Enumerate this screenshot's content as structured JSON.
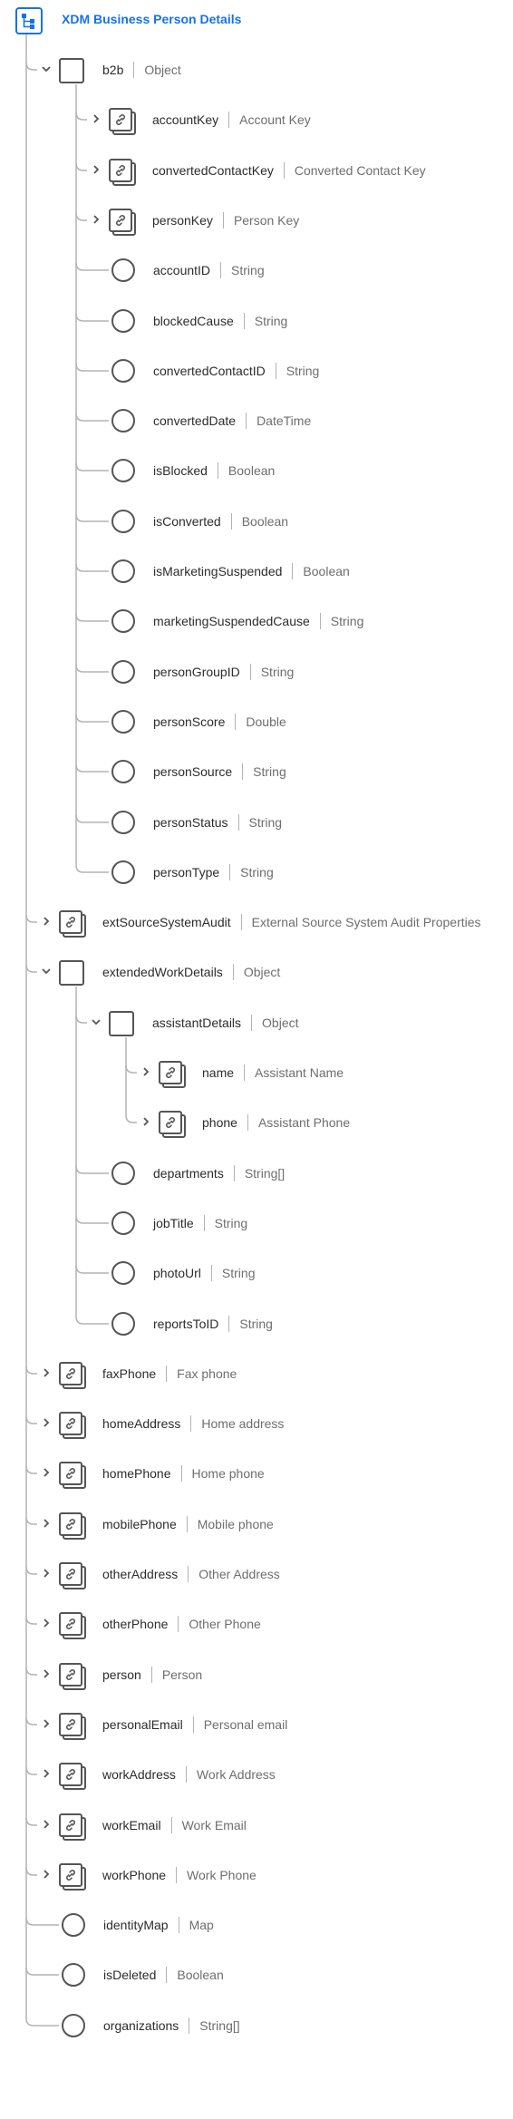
{
  "title": "XDM Business Person Details",
  "nodes": [
    {
      "name": "b2b",
      "type": "Object",
      "depth": 0,
      "kind": "object",
      "expand": "open"
    },
    {
      "name": "accountKey",
      "type": "Account Key",
      "depth": 1,
      "kind": "ref",
      "expand": "closed"
    },
    {
      "name": "convertedContactKey",
      "type": "Converted Contact Key",
      "depth": 1,
      "kind": "ref",
      "expand": "closed"
    },
    {
      "name": "personKey",
      "type": "Person Key",
      "depth": 1,
      "kind": "ref",
      "expand": "closed"
    },
    {
      "name": "accountID",
      "type": "String",
      "depth": 1,
      "kind": "prim"
    },
    {
      "name": "blockedCause",
      "type": "String",
      "depth": 1,
      "kind": "prim"
    },
    {
      "name": "convertedContactID",
      "type": "String",
      "depth": 1,
      "kind": "prim"
    },
    {
      "name": "convertedDate",
      "type": "DateTime",
      "depth": 1,
      "kind": "prim"
    },
    {
      "name": "isBlocked",
      "type": "Boolean",
      "depth": 1,
      "kind": "prim"
    },
    {
      "name": "isConverted",
      "type": "Boolean",
      "depth": 1,
      "kind": "prim"
    },
    {
      "name": "isMarketingSuspended",
      "type": "Boolean",
      "depth": 1,
      "kind": "prim"
    },
    {
      "name": "marketingSuspendedCause",
      "type": "String",
      "depth": 1,
      "kind": "prim"
    },
    {
      "name": "personGroupID",
      "type": "String",
      "depth": 1,
      "kind": "prim"
    },
    {
      "name": "personScore",
      "type": "Double",
      "depth": 1,
      "kind": "prim"
    },
    {
      "name": "personSource",
      "type": "String",
      "depth": 1,
      "kind": "prim"
    },
    {
      "name": "personStatus",
      "type": "String",
      "depth": 1,
      "kind": "prim"
    },
    {
      "name": "personType",
      "type": "String",
      "depth": 1,
      "kind": "prim"
    },
    {
      "name": "extSourceSystemAudit",
      "type": "External Source System Audit Properties",
      "depth": 0,
      "kind": "ref",
      "expand": "closed"
    },
    {
      "name": "extendedWorkDetails",
      "type": "Object",
      "depth": 0,
      "kind": "object",
      "expand": "open"
    },
    {
      "name": "assistantDetails",
      "type": "Object",
      "depth": 1,
      "kind": "object",
      "expand": "open"
    },
    {
      "name": "name",
      "type": "Assistant Name",
      "depth": 2,
      "kind": "ref",
      "expand": "closed"
    },
    {
      "name": "phone",
      "type": "Assistant Phone",
      "depth": 2,
      "kind": "ref",
      "expand": "closed"
    },
    {
      "name": "departments",
      "type": "String[]",
      "depth": 1,
      "kind": "prim"
    },
    {
      "name": "jobTitle",
      "type": "String",
      "depth": 1,
      "kind": "prim"
    },
    {
      "name": "photoUrl",
      "type": "String",
      "depth": 1,
      "kind": "prim"
    },
    {
      "name": "reportsToID",
      "type": "String",
      "depth": 1,
      "kind": "prim"
    },
    {
      "name": "faxPhone",
      "type": "Fax phone",
      "depth": 0,
      "kind": "ref",
      "expand": "closed"
    },
    {
      "name": "homeAddress",
      "type": "Home address",
      "depth": 0,
      "kind": "ref",
      "expand": "closed"
    },
    {
      "name": "homePhone",
      "type": "Home phone",
      "depth": 0,
      "kind": "ref",
      "expand": "closed"
    },
    {
      "name": "mobilePhone",
      "type": "Mobile phone",
      "depth": 0,
      "kind": "ref",
      "expand": "closed"
    },
    {
      "name": "otherAddress",
      "type": "Other Address",
      "depth": 0,
      "kind": "ref",
      "expand": "closed"
    },
    {
      "name": "otherPhone",
      "type": "Other Phone",
      "depth": 0,
      "kind": "ref",
      "expand": "closed"
    },
    {
      "name": "person",
      "type": "Person",
      "depth": 0,
      "kind": "ref",
      "expand": "closed"
    },
    {
      "name": "personalEmail",
      "type": "Personal email",
      "depth": 0,
      "kind": "ref",
      "expand": "closed"
    },
    {
      "name": "workAddress",
      "type": "Work Address",
      "depth": 0,
      "kind": "ref",
      "expand": "closed"
    },
    {
      "name": "workEmail",
      "type": "Work Email",
      "depth": 0,
      "kind": "ref",
      "expand": "closed"
    },
    {
      "name": "workPhone",
      "type": "Work Phone",
      "depth": 0,
      "kind": "ref",
      "expand": "closed"
    },
    {
      "name": "identityMap",
      "type": "Map",
      "depth": 0,
      "kind": "prim"
    },
    {
      "name": "isDeleted",
      "type": "Boolean",
      "depth": 0,
      "kind": "prim"
    },
    {
      "name": "organizations",
      "type": "String[]",
      "depth": 0,
      "kind": "prim"
    }
  ],
  "colors": {
    "accent": "#1473e6",
    "line": "#b3b3b3",
    "icon": "#555555",
    "type_text": "#6e6e6e"
  }
}
